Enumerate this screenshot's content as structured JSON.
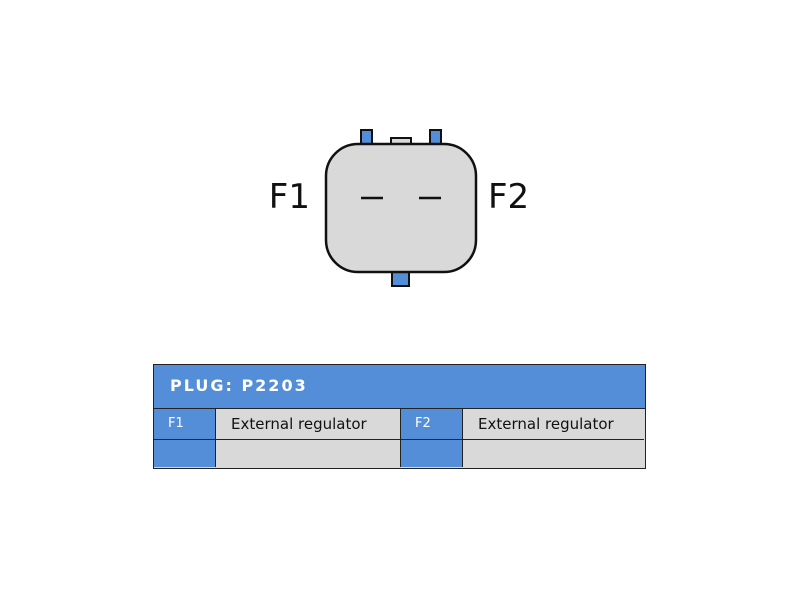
{
  "connector": {
    "left_label": "F1",
    "right_label": "F2",
    "colors": {
      "body": "#d9d9d9",
      "outline": "#111111",
      "tab": "#558ed8"
    }
  },
  "plug": {
    "title": "PLUG: P2203",
    "rows": [
      {
        "pin_a": "F1",
        "desc_a": "External regulator",
        "pin_b": "F2",
        "desc_b": "External regulator"
      },
      {
        "pin_a": "",
        "desc_a": "",
        "pin_b": "",
        "desc_b": ""
      }
    ]
  }
}
